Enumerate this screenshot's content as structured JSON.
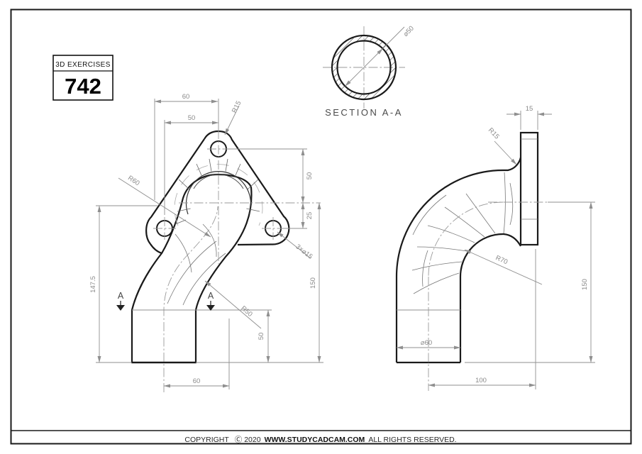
{
  "colors": {
    "outline": "#1a1a1a",
    "dimension": "#8a8a8a",
    "centerline": "#9a9a9a",
    "background": "#ffffff"
  },
  "title_block": {
    "series_label": "3D EXERCISES",
    "exercise_number": "742"
  },
  "section_view": {
    "label": "SECTION A-A",
    "bore_diameter": "⌀50"
  },
  "front_view": {
    "section_mark": "A",
    "dims": {
      "top_width": "60",
      "flange_half_width": "50",
      "lobe_radius": "R15",
      "top_hole_offset": "50",
      "bottom_hole_offset": "25",
      "bolt_holes": "3×⌀15",
      "total_height": "150",
      "left_height": "147.5",
      "upper_bend_radius": "R60",
      "lower_bend_radius": "R50",
      "stub_height": "50",
      "stub_offset": "60"
    }
  },
  "side_view": {
    "dims": {
      "flange_thickness": "15",
      "fillet_radius": "R15",
      "bend_radius": "R70",
      "total_height": "150",
      "pipe_diameter": "⌀60",
      "horizontal_length": "100"
    }
  },
  "footer": {
    "copyright": "COPYRIGHT",
    "symbol_year": "Ⓒ 2020",
    "website": "WWW.STUDYCADCAM.COM",
    "rights": "ALL RIGHTS RESERVED."
  }
}
